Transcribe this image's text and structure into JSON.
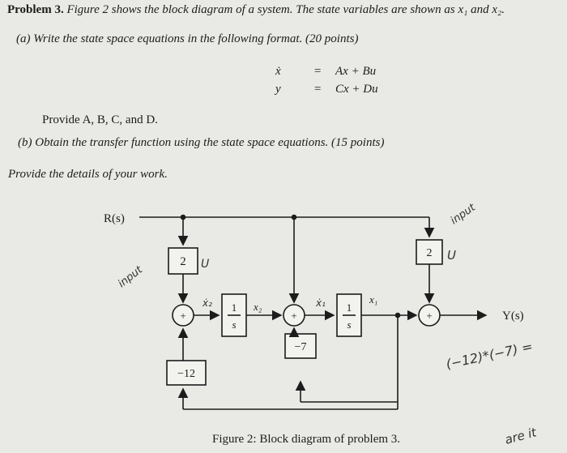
{
  "problem": {
    "number": "Problem 3.",
    "statement": "Figure 2 shows the block diagram of a system. The state variables are shown as x₁ and x₂.",
    "part_a": "(a)  Write the state space equations in the following format. (20 points)",
    "eq1": {
      "lhs": "ẋ",
      "op": "=",
      "rhs": "Ax + Bu"
    },
    "eq2": {
      "lhs": "y",
      "op": "=",
      "rhs": "Cx + Du"
    },
    "provide": "Provide A, B, C, and D.",
    "part_b": "(b)  Obtain the transfer function using the state space equations. (15 points)",
    "details": "Provide the details of your work."
  },
  "diagram": {
    "input_label": "R(s)",
    "output_label": "Y(s)",
    "gain_left": "2",
    "gain_right": "2",
    "int1_num": "1",
    "int1_den": "s",
    "int2_num": "1",
    "int2_den": "s",
    "fb_left": "−12",
    "fb_mid": "−7",
    "state_x2": "x₂",
    "state_x1": "x₁",
    "sum_sign": "+",
    "caption": "Figure 2: Block diagram of problem 3."
  },
  "handwriting": {
    "input_left": "input",
    "input_right": "input",
    "u_left": "U",
    "u_right": "U",
    "x2dot": "ẋ₂",
    "x1dot": "ẋ₁",
    "calc": "(−12)*(−7) =",
    "bottom": "are it"
  }
}
